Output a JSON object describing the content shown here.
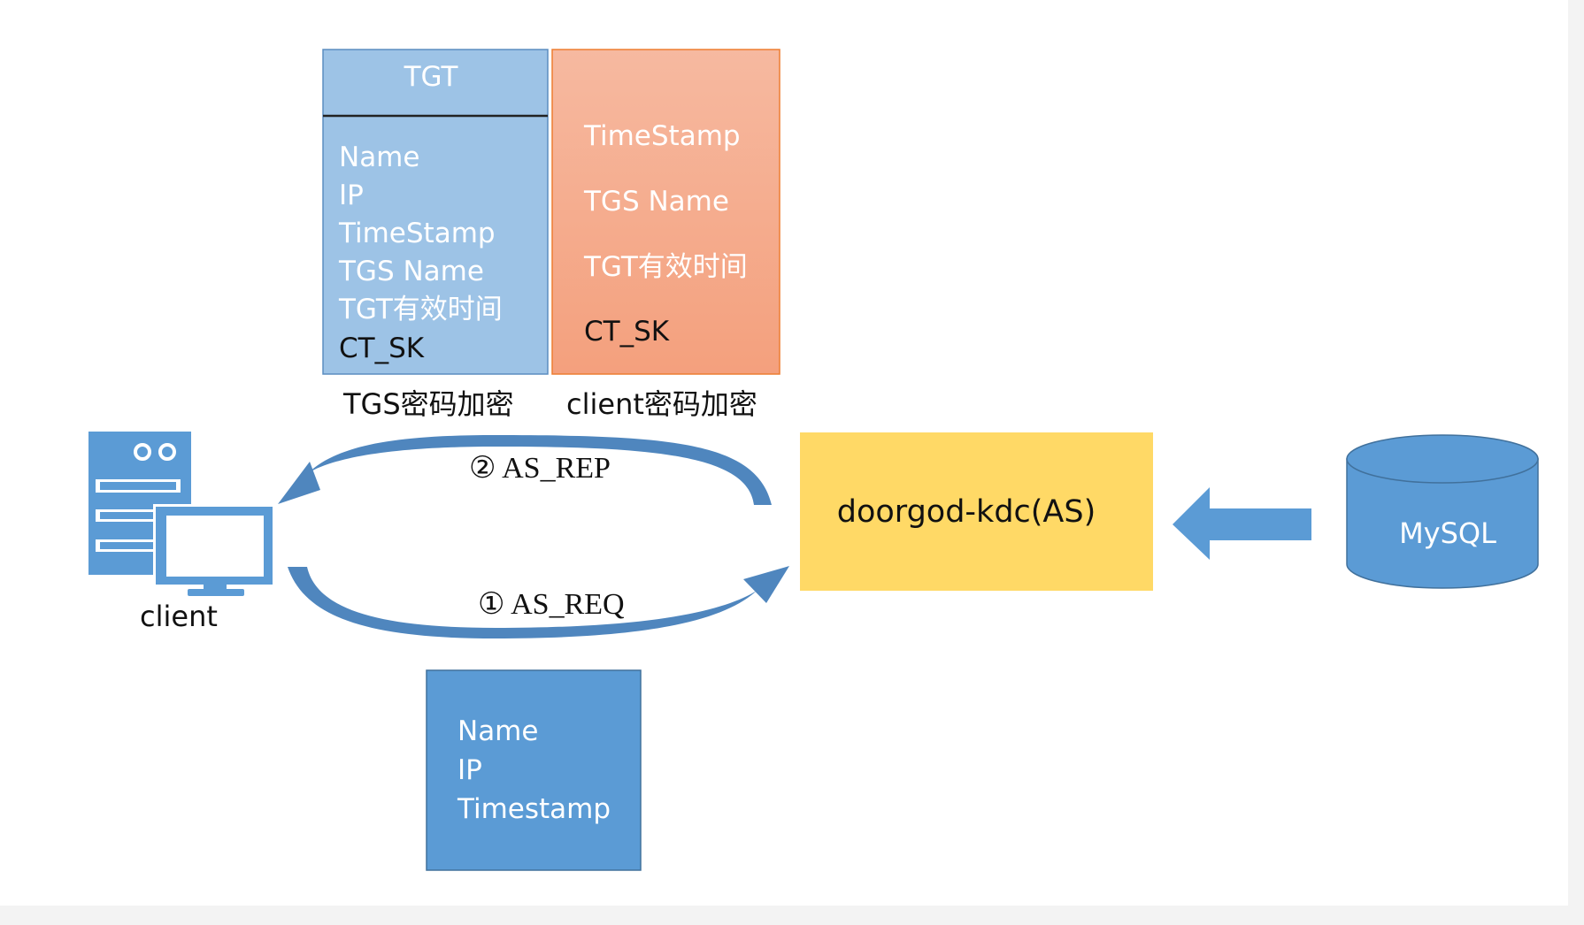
{
  "tgt_box": {
    "header": "TGT",
    "fields": [
      "Name",
      "IP",
      "TimeStamp",
      "TGS Name",
      "TGT有效时间",
      "CT_SK"
    ],
    "caption": "TGS密码加密"
  },
  "client_box": {
    "fields": [
      "TimeStamp",
      "TGS Name",
      "TGT有效时间",
      "CT_SK"
    ],
    "caption": "client密码加密"
  },
  "client": {
    "label": "client"
  },
  "kdc": {
    "label": "doorgod-kdc(AS)"
  },
  "db": {
    "label": "MySQL"
  },
  "arrows": {
    "rep": "② AS_REP",
    "req": "① AS_REQ"
  },
  "req_box": {
    "fields": [
      "Name",
      "IP",
      "Timestamp"
    ]
  },
  "colors": {
    "tgt_blue": "#9dc3e6",
    "client_orange": "#f4a98a",
    "kdc_yellow": "#ffd966",
    "blue": "#5b9bd5",
    "arrow_blue": "#4f86be"
  }
}
